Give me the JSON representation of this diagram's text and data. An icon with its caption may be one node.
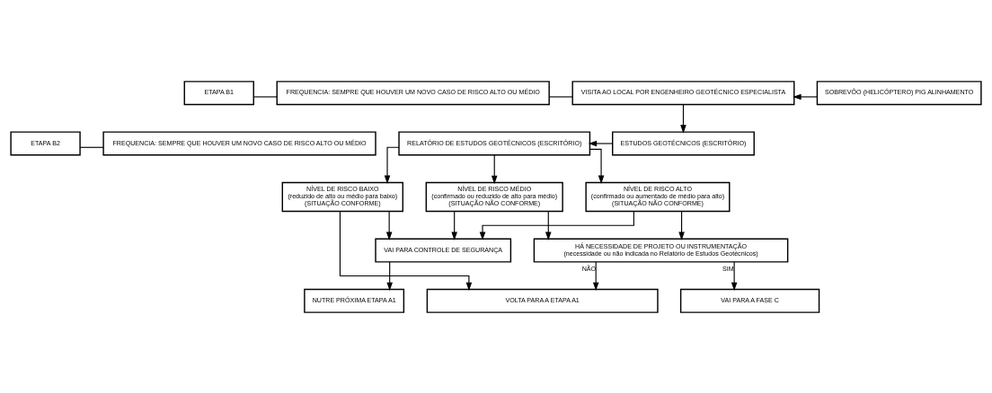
{
  "diagram": {
    "nodes": [
      {
        "text": [
          "ETAPA B1"
        ]
      },
      {
        "text": [
          "FREQUENCIA: SEMPRE QUE HOUVER UM NOVO CASO DE RISCO ALTO OU MÉDIO"
        ]
      },
      {
        "text": [
          "VISITA AO LOCAL POR ENGENHEIRO GEOTÉCNICO ESPECIALISTA"
        ]
      },
      {
        "text": [
          "SOBREVÔO (HELICÓPTERO) PIG ALINHAMENTO"
        ]
      },
      {
        "text": [
          "ETAPA B2"
        ]
      },
      {
        "text": [
          "FREQUENCIA: SEMPRE QUE HOUVER UM NOVO CASO DE RISCO ALTO OU MÉDIO"
        ]
      },
      {
        "text": [
          "RELATÓRIO DE ESTUDOS GEOTÉCNICOS (ESCRITÓRIO)"
        ]
      },
      {
        "text": [
          "ESTUDOS GEOTÉCNICOS (ESCRITÓRIO)"
        ]
      },
      {
        "text": [
          "NÍVEL DE RISCO BAIXO",
          "(reduzido de alto ou médio para baixo)",
          "(SITUAÇÃO CONFORME)"
        ]
      },
      {
        "text": [
          "NÍVEL DE RISCO MÉDIO",
          "(confirmado ou reduzido de alto para médio)",
          "(SITUAÇÃO NÃO CONFORME)"
        ]
      },
      {
        "text": [
          "NÍVEL DE RISCO ALTO",
          "(confirmado ou aumentado de médio para alto)",
          "(SITUAÇÃO NÃO CONFORME)"
        ]
      },
      {
        "text": [
          "VAI PARA CONTROLE DE SEGURANÇA"
        ]
      },
      {
        "text": [
          "HÁ NECESSIDADE DE PROJETO OU INSTRUMENTAÇÃO",
          "(necessidade ou não indicada no Relatório de Estudos Geotécnicos)"
        ]
      },
      {
        "text": [
          "NUTRE PRÓXIMA ETAPA A1"
        ]
      },
      {
        "text": [
          "VOLTA PARA A ETAPA A1"
        ]
      },
      {
        "text": [
          "VAI PARA A FASE C"
        ]
      }
    ],
    "edges": [
      {
        "from": 0,
        "to": 1,
        "arrow": "none"
      },
      {
        "from": 1,
        "to": 2,
        "arrow": "none"
      },
      {
        "from": 3,
        "to": 2,
        "arrow": "to"
      },
      {
        "from": 2,
        "to": 7,
        "arrow": "to"
      },
      {
        "from": 4,
        "to": 5,
        "arrow": "none"
      },
      {
        "from": 7,
        "to": 6,
        "arrow": "to"
      },
      {
        "from": 6,
        "to": 8,
        "arrow": "to"
      },
      {
        "from": 6,
        "to": 9,
        "arrow": "to"
      },
      {
        "from": 6,
        "to": 10,
        "arrow": "to"
      },
      {
        "from": 8,
        "to": 11,
        "arrow": "to"
      },
      {
        "from": 9,
        "to": 11,
        "arrow": "to"
      },
      {
        "from": 10,
        "to": 11,
        "arrow": "to"
      },
      {
        "from": 8,
        "to": 14,
        "arrow": "to"
      },
      {
        "from": 9,
        "to": 12,
        "arrow": "to"
      },
      {
        "from": 10,
        "to": 12,
        "arrow": "to"
      },
      {
        "from": 11,
        "to": 13,
        "arrow": "to"
      },
      {
        "from": 12,
        "to": 14,
        "label": "NÃO",
        "arrow": "to"
      },
      {
        "from": 12,
        "to": 15,
        "label": "SIM",
        "arrow": "to"
      }
    ]
  }
}
